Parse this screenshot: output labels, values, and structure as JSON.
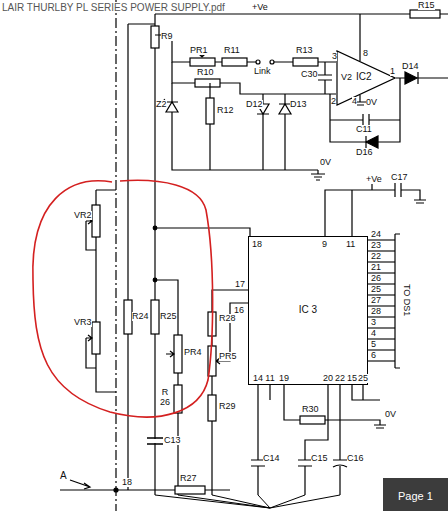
{
  "diagram": {
    "nodes": [
      {
        "text": [
          "IC 3"
        ]
      },
      {
        "text": [
          "IC2"
        ]
      }
    ],
    "labels": [
      "LAIR THURLBY PL SERIES POWER SUPPLY.pdf",
      "+Ve",
      "R15",
      "R9",
      "PR1",
      "R11",
      "Link",
      "R13",
      "R10",
      "3",
      "2",
      "8",
      "1",
      "V2",
      "4",
      "0V",
      "C30",
      "D14",
      "C11",
      "D16",
      "Z2",
      "R12",
      "D12",
      "D13",
      "0V",
      "+Ve",
      "C17",
      "9",
      "11",
      "18",
      "24",
      "23",
      "22",
      "21",
      "26",
      "25",
      "27",
      "28",
      "3",
      "4",
      "5",
      "6",
      "TO DS1",
      "VR2",
      "VR3",
      "R24",
      "R25",
      "R28",
      "17",
      "16",
      "PR4",
      "PR5",
      "R 26",
      "R29",
      "14",
      "11",
      "19",
      "20",
      "22",
      "15",
      "25",
      "R30",
      "0V",
      "C14",
      "C15",
      "C16",
      "C13",
      "A",
      "18",
      "R27",
      "Page 1"
    ]
  }
}
